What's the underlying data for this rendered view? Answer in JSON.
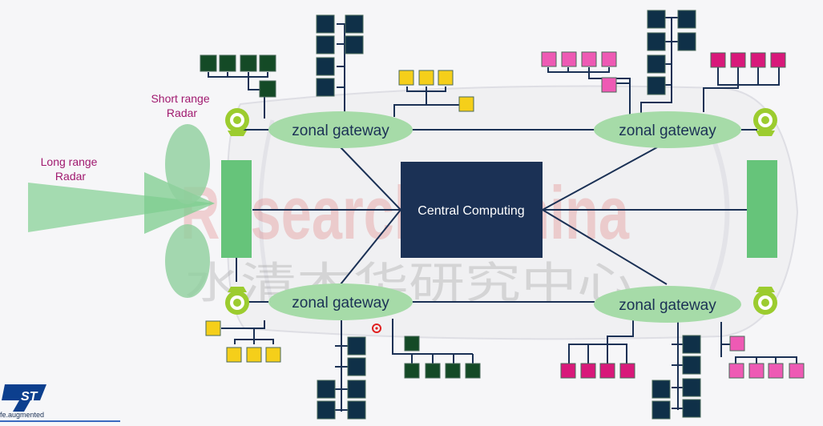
{
  "labels": {
    "short_range_radar": "Short range\nRadar",
    "long_range_radar": "Long range\nRadar",
    "central": "Central Computing",
    "zonal_gateway": "zonal gateway"
  },
  "watermark": {
    "latin": "ResearchInChina",
    "chinese": "水清木华研究中心"
  },
  "logo": {
    "brand": "ST",
    "tagline": "life.augmented"
  },
  "colors": {
    "background": "#f6f6f8",
    "zonal_fill": "#a6dba8",
    "green_bar": "#66c47a",
    "central_fill": "#1b3155",
    "line": "#1b3155",
    "box_dark_navy": "#0f3048",
    "box_dark_green": "#144a26",
    "box_yellow": "#f5cf1a",
    "box_magenta": "#d8197a",
    "box_pink": "#ee5ab4",
    "label_magenta": "#a0196f",
    "camera_green": "#9ccc2f",
    "watermark_red": "#d83838",
    "logo_blue": "#0c3f8e"
  }
}
